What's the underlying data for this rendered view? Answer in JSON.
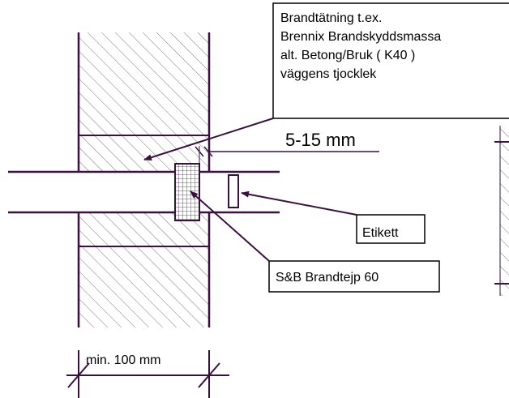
{
  "callouts": {
    "sealing_line1": "Brandtätning t.ex.",
    "sealing_line2": "Brennix Brandskyddsmassa",
    "sealing_line3": "alt. Betong/Bruk ( K40 )",
    "sealing_line4": "väggens tjocklek",
    "gap": "5-15 mm",
    "label": "Etikett",
    "tape": "S&B Brandtejp 60",
    "width": "min. 100 mm"
  },
  "colors": {
    "line": "#3a1040",
    "hatch": "#555555",
    "text": "#000000",
    "leader": "#3a1040"
  }
}
